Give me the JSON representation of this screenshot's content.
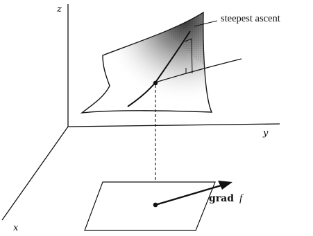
{
  "axes": {
    "z_label": "z",
    "y_label": "y",
    "x_label": "x"
  },
  "callout": {
    "label": "steepest ascent"
  },
  "gradient": {
    "bold_text": "grad",
    "italic_text": "f"
  },
  "colors": {
    "ink": "#111111",
    "surface_fill": "#ffffff",
    "shading": "#2a2a2a"
  }
}
